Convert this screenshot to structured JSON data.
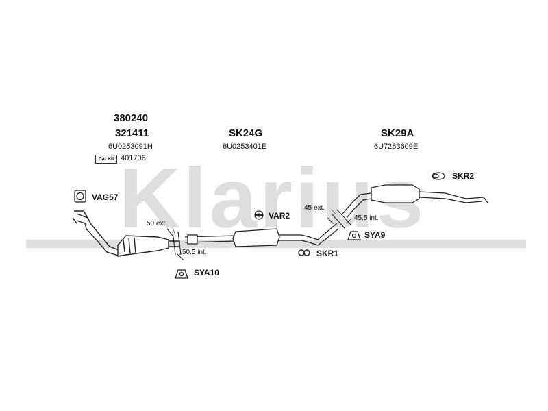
{
  "watermark": "Klarius",
  "colors": {
    "watermark": "#dedede",
    "line": "#222222"
  },
  "sections": {
    "catalyst": {
      "numbers": [
        "380240",
        "321411"
      ],
      "ref": "6U0253091H",
      "catkit_label": "Cat Kit",
      "catkit_code": "401706"
    },
    "middle": {
      "code": "SK24G",
      "ref": "6U0253401E"
    },
    "rear": {
      "code": "SK29A",
      "ref": "6U7253609E"
    }
  },
  "parts": {
    "vag57": "VAG57",
    "var2": "VAR2",
    "skr2": "SKR2",
    "skr1": "SKR1",
    "sya9": "SYA9",
    "sya10": "SYA10"
  },
  "dimensions": {
    "ext_front": "50 ext.",
    "int_front": "50.5 int.",
    "ext_rear": "45 ext.",
    "int_rear": "45.5 int."
  },
  "icons": [
    "gasket-ring-icon",
    "rubber-hanger-icon",
    "clamp-icon",
    "mounting-rubber-icon",
    "bracket-icon",
    "bolt-pair-icon"
  ]
}
